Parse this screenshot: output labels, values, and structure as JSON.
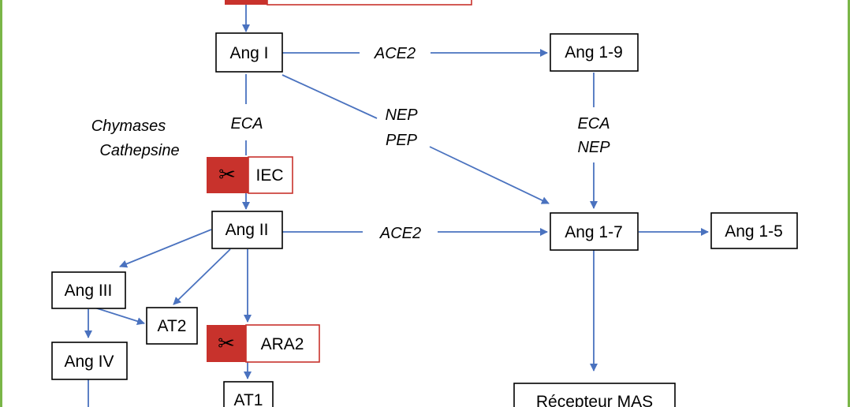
{
  "colors": {
    "frame": "#7ab648",
    "arrow": "#4a72bf",
    "inhibitor": "#c8322c",
    "box_border": "#000000"
  },
  "nodes": {
    "ang1": "Ang I",
    "ang19": "Ang 1-9",
    "ang2": "Ang II",
    "ang17": "Ang 1-7",
    "ang15": "Ang 1-5",
    "ang3": "Ang III",
    "at2": "AT2",
    "ang4": "Ang IV",
    "at1": "AT1",
    "mas": "Récepteur MAS"
  },
  "inhibitors": {
    "iec": "IEC",
    "ara2": "ARA2",
    "icon": "scissors-icon",
    "glyph": "✂"
  },
  "labels": {
    "ace2_top": "ACE2",
    "ace2_mid": "ACE2",
    "eca_left": "ECA",
    "chymases": "Chymases",
    "cathepsine": "Cathepsine",
    "nep": "NEP",
    "pep": "PEP",
    "eca_right": "ECA",
    "nep_right": "NEP"
  }
}
